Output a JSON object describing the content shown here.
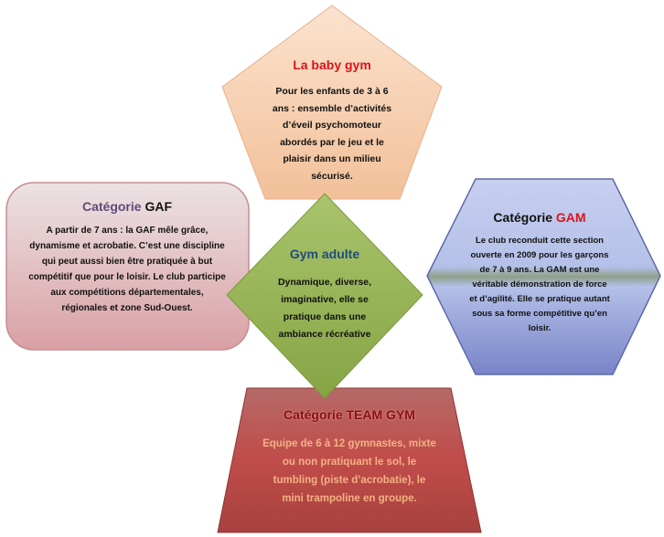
{
  "baby_gym": {
    "title": "La baby gym",
    "lines": [
      "Pour les enfants de 3 à 6",
      "ans : ensemble d’activités",
      "d’éveil psychomoteur",
      "abordés par le jeu et le",
      "plaisir dans un milieu",
      "sécurisé."
    ]
  },
  "gaf": {
    "title_prefix": "Catégorie",
    "title_suffix": "GAF",
    "lines": [
      "A partir de 7 ans : la GAF mêle grâce,",
      "dynamisme et acrobatie. C’est une discipline",
      "qui peut aussi bien être pratiquée à but",
      "compétitif que pour le loisir. Le club participe",
      "aux compétitions départementales,",
      "régionales et zone Sud-Ouest."
    ]
  },
  "gam": {
    "title_prefix": "Catégorie",
    "title_suffix": "GAM",
    "lines": [
      "Le club reconduit cette section",
      "ouverte en 2009 pour les garçons",
      "de 7 à 9 ans. La GAM est une",
      "véritable démonstration de force",
      "et d’agilité. Elle se pratique autant",
      "sous sa forme compétitive qu’en",
      "loisir."
    ]
  },
  "gym_adulte": {
    "title": "Gym adulte",
    "lines": [
      "Dynamique, diverse,",
      "imaginative, elle se",
      "pratique dans une",
      "ambiance récréative"
    ]
  },
  "team_gym": {
    "title": "Catégorie TEAM GYM",
    "lines": [
      "Equipe de 6 à 12 gymnastes, mixte",
      "ou non pratiquant le sol, le",
      "tumbling (piste d’acrobatie), le",
      "mini trampoline en groupe."
    ]
  },
  "colors": {
    "pentagon": "#f5c9a4",
    "rounded_rect": "#e3bfc2",
    "hexagon": "#aab6e4",
    "diamond": "#9bbb59",
    "trapezoid": "#b94a47",
    "red_title": "#d9141b",
    "purple_title": "#5f4a7a",
    "team_text": "#f4b183"
  }
}
